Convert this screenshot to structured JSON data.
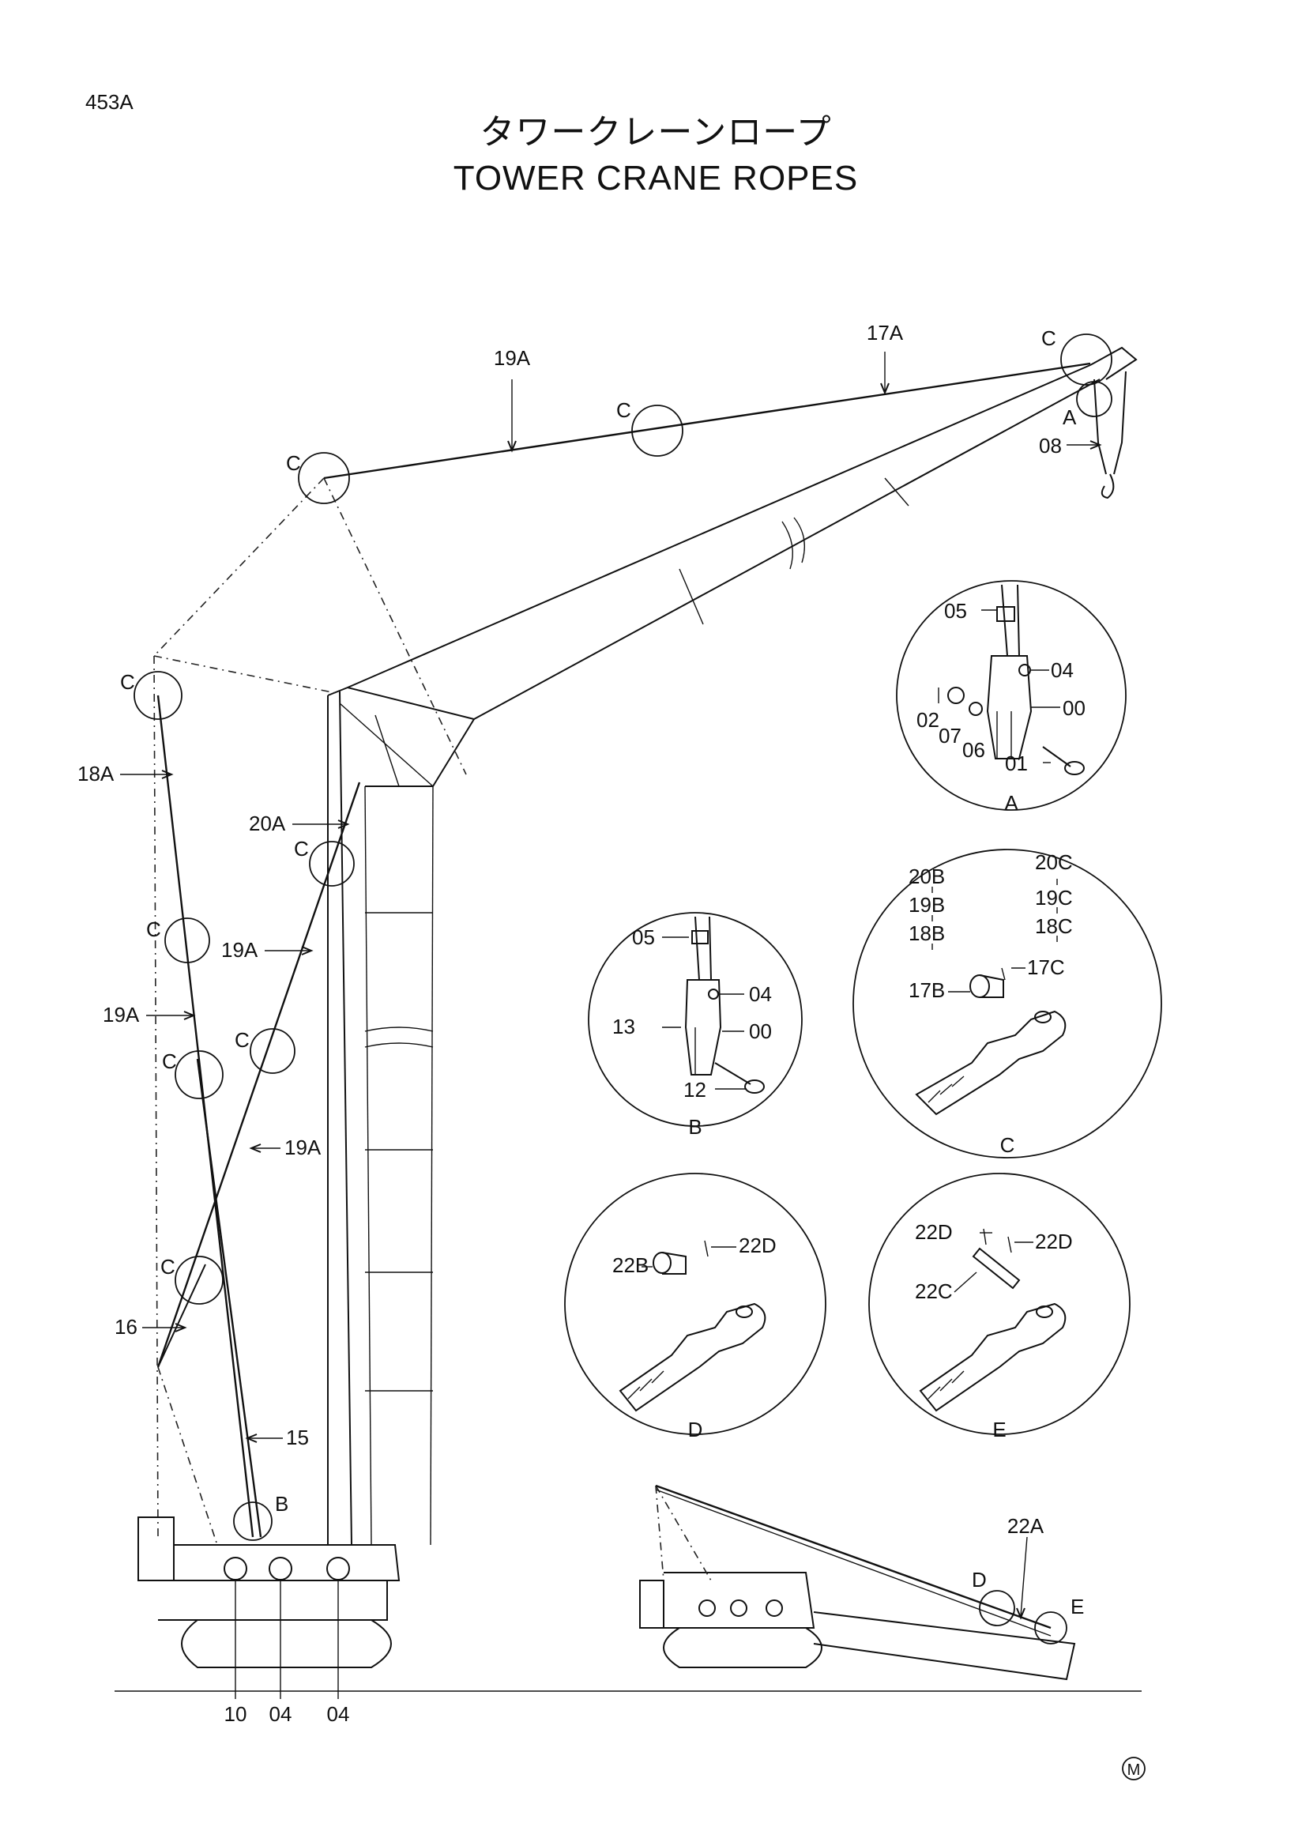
{
  "page_number": "453A",
  "title_jp": "タワークレーンロープ",
  "title_en": "TOWER CRANE ROPES",
  "mark": "M",
  "labels": {
    "top_17A": "17A",
    "top_19A": "19A",
    "c1": "C",
    "c2": "C",
    "c3": "C",
    "c4": "C",
    "c5": "C",
    "c6": "C",
    "c7": "C",
    "c8": "C",
    "c9": "C",
    "a_tip": "A",
    "p08": "08",
    "p18A": "18A",
    "p20A": "20A",
    "p19A_a": "19A",
    "p19A_b": "19A",
    "p19A_c": "19A",
    "p16": "16",
    "p15": "15",
    "b_mark": "B",
    "p10": "10",
    "p04a": "04",
    "p04b": "04",
    "p22A": "22A",
    "d_mark": "D",
    "e_mark": "E"
  },
  "detail_a": {
    "name": "A",
    "parts": [
      "05",
      "04",
      "00",
      "02",
      "07",
      "06",
      "01"
    ]
  },
  "detail_b": {
    "name": "B",
    "parts": [
      "05",
      "04",
      "13",
      "00",
      "12"
    ]
  },
  "detail_c": {
    "name": "C",
    "parts": [
      "20B",
      "19B",
      "18B",
      "17B",
      "20C",
      "19C",
      "18C",
      "17C"
    ]
  },
  "detail_d": {
    "name": "D",
    "parts": [
      "22B",
      "22D"
    ]
  },
  "detail_e": {
    "name": "E",
    "parts": [
      "22D",
      "22D",
      "22C"
    ]
  }
}
